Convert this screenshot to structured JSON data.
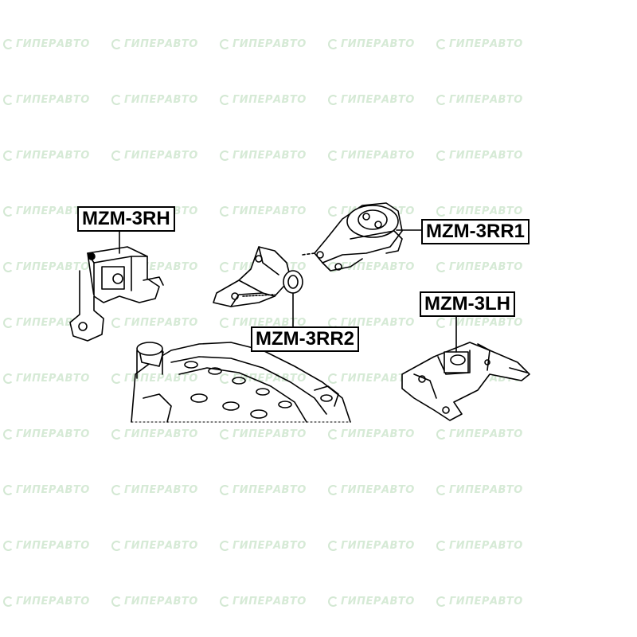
{
  "watermark": {
    "text": "ГИПЕРАВТО",
    "color": "#d6ead6"
  },
  "parts": [
    {
      "id": "rh",
      "label": "MZM-3RH"
    },
    {
      "id": "rr1",
      "label": "MZM-3RR1"
    },
    {
      "id": "rr2",
      "label": "MZM-3RR2"
    },
    {
      "id": "lh",
      "label": "MZM-3LH"
    }
  ]
}
